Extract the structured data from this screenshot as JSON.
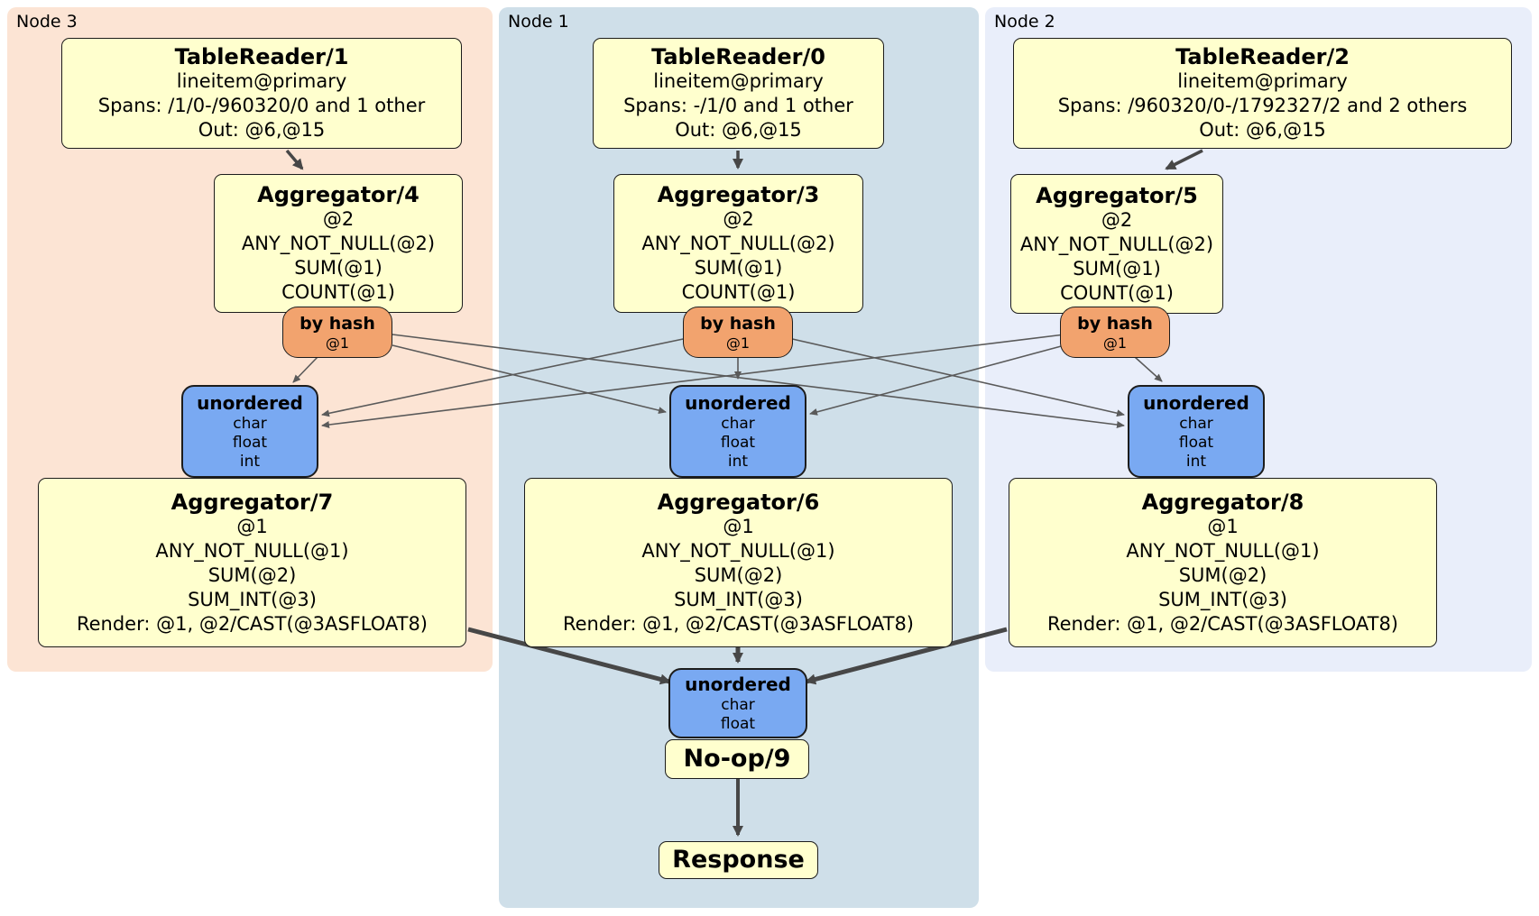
{
  "colors": {
    "node3_bg": "#fce4d4",
    "node1_bg": "#cfdfe9",
    "node2_bg": "#e9eefa",
    "processor_fill": "#ffffce",
    "router_fill": "#f2a36e",
    "sync_fill": "#79a9f2",
    "box_border": "#1c1c1c",
    "edge_thin": "#5a5a5a",
    "edge_thick": "#474747"
  },
  "panels": {
    "node3": {
      "label": "Node 3"
    },
    "node1": {
      "label": "Node 1"
    },
    "node2": {
      "label": "Node 2"
    }
  },
  "processors": {
    "tablereader1": {
      "title": "TableReader/1",
      "lines": [
        "lineitem@primary",
        "Spans: /1/0-/960320/0 and 1 other",
        "Out: @6,@15"
      ]
    },
    "tablereader0": {
      "title": "TableReader/0",
      "lines": [
        "lineitem@primary",
        "Spans: -/1/0 and 1 other",
        "Out: @6,@15"
      ]
    },
    "tablereader2": {
      "title": "TableReader/2",
      "lines": [
        "lineitem@primary",
        "Spans: /960320/0-/1792327/2 and 2 others",
        "Out: @6,@15"
      ]
    },
    "aggregator4": {
      "title": "Aggregator/4",
      "lines": [
        "@2",
        "ANY_NOT_NULL(@2)",
        "SUM(@1)",
        "COUNT(@1)"
      ]
    },
    "aggregator3": {
      "title": "Aggregator/3",
      "lines": [
        "@2",
        "ANY_NOT_NULL(@2)",
        "SUM(@1)",
        "COUNT(@1)"
      ]
    },
    "aggregator5": {
      "title": "Aggregator/5",
      "lines": [
        "@2",
        "ANY_NOT_NULL(@2)",
        "SUM(@1)",
        "COUNT(@1)"
      ]
    },
    "aggregator7": {
      "title": "Aggregator/7",
      "lines": [
        "@1",
        "ANY_NOT_NULL(@1)",
        "SUM(@2)",
        "SUM_INT(@3)",
        "Render: @1, @2/CAST(@3ASFLOAT8)"
      ]
    },
    "aggregator6": {
      "title": "Aggregator/6",
      "lines": [
        "@1",
        "ANY_NOT_NULL(@1)",
        "SUM(@2)",
        "SUM_INT(@3)",
        "Render: @1, @2/CAST(@3ASFLOAT8)"
      ]
    },
    "aggregator8": {
      "title": "Aggregator/8",
      "lines": [
        "@1",
        "ANY_NOT_NULL(@1)",
        "SUM(@2)",
        "SUM_INT(@3)",
        "Render: @1, @2/CAST(@3ASFLOAT8)"
      ]
    },
    "noop9": {
      "title": "No-op/9"
    },
    "response": {
      "title": "Response"
    }
  },
  "routers": {
    "hash_node3": {
      "title": "by hash",
      "lines": [
        "@1"
      ]
    },
    "hash_node1": {
      "title": "by hash",
      "lines": [
        "@1"
      ]
    },
    "hash_node2": {
      "title": "by hash",
      "lines": [
        "@1"
      ]
    }
  },
  "syncs": {
    "unordered_node3": {
      "title": "unordered",
      "lines": [
        "char",
        "float",
        "int"
      ]
    },
    "unordered_node1": {
      "title": "unordered",
      "lines": [
        "char",
        "float",
        "int"
      ]
    },
    "unordered_node2": {
      "title": "unordered",
      "lines": [
        "char",
        "float",
        "int"
      ]
    },
    "unordered_final": {
      "title": "unordered",
      "lines": [
        "char",
        "float"
      ]
    }
  }
}
